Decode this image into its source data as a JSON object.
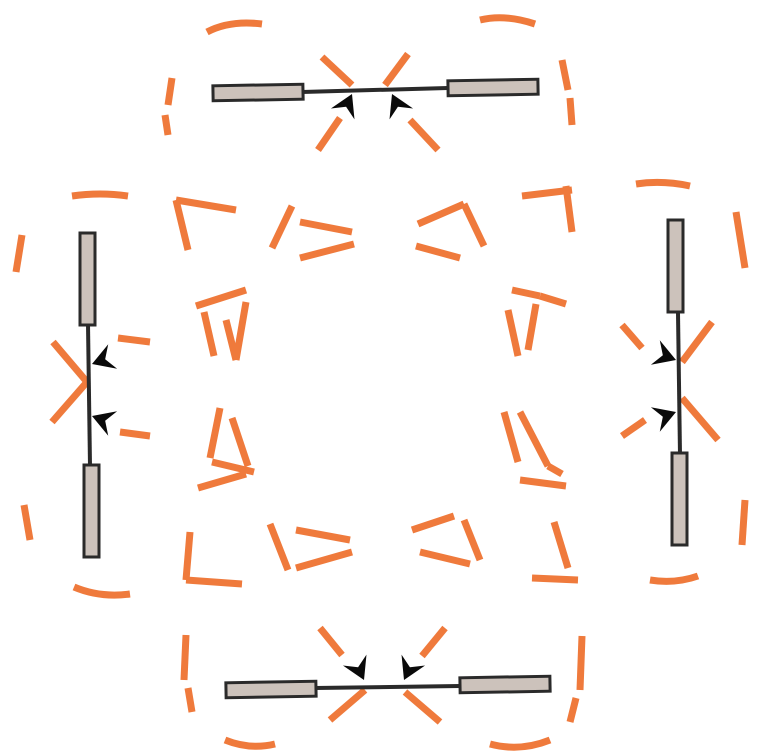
{
  "diagram": {
    "description_text": "",
    "module_count": 4,
    "modules": [
      {
        "id": "top",
        "orientation": "horizontal",
        "arrow_count": 2
      },
      {
        "id": "left",
        "orientation": "vertical",
        "arrow_count": 2
      },
      {
        "id": "right",
        "orientation": "vertical",
        "arrow_count": 2
      },
      {
        "id": "bottom",
        "orientation": "horizontal",
        "arrow_count": 2
      }
    ],
    "colors": {
      "background": "#ffffff",
      "dashed_stroke": "#ef7a3c",
      "bar_fill": "#ccc2bb",
      "bar_stroke": "#2a2a2a",
      "line": "#2a2a2a",
      "arrow": "#0a0a0a"
    }
  }
}
